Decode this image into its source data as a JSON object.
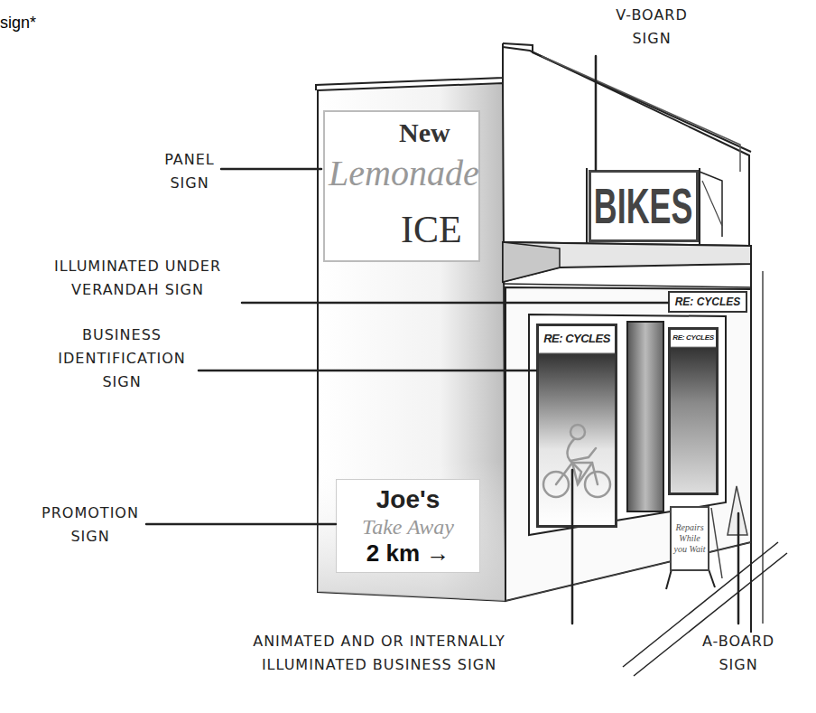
{
  "diagram": {
    "nodes": [
      {
        "text": [
          "New",
          "Lemonade",
          "ICE"
        ]
      },
      {
        "text": [
          "BIKES"
        ]
      },
      {
        "text": [
          "RE: CYCLES"
        ]
      },
      {
        "text": [
          "RE: CYCLES"
        ]
      },
      {
        "text": [
          "RE: CYCLES"
        ]
      },
      {
        "text": [
          "Joe's",
          "Take Away",
          "2 km →"
        ]
      },
      {
        "text": [
          "Repairs While you Wait"
        ]
      }
    ],
    "labels": [
      "sign*",
      "V-BOARD SIGN",
      "PANEL SIGN",
      "ILLUMINATED UNDER VERANDAH SIGN",
      "BUSINESS IDENTIFICATION SIGN",
      "PROMOTION SIGN",
      "ANIMATED AND OR INTERNALLY ILLUMINATED BUSINESS SIGN",
      "A-BOARD SIGN"
    ]
  }
}
